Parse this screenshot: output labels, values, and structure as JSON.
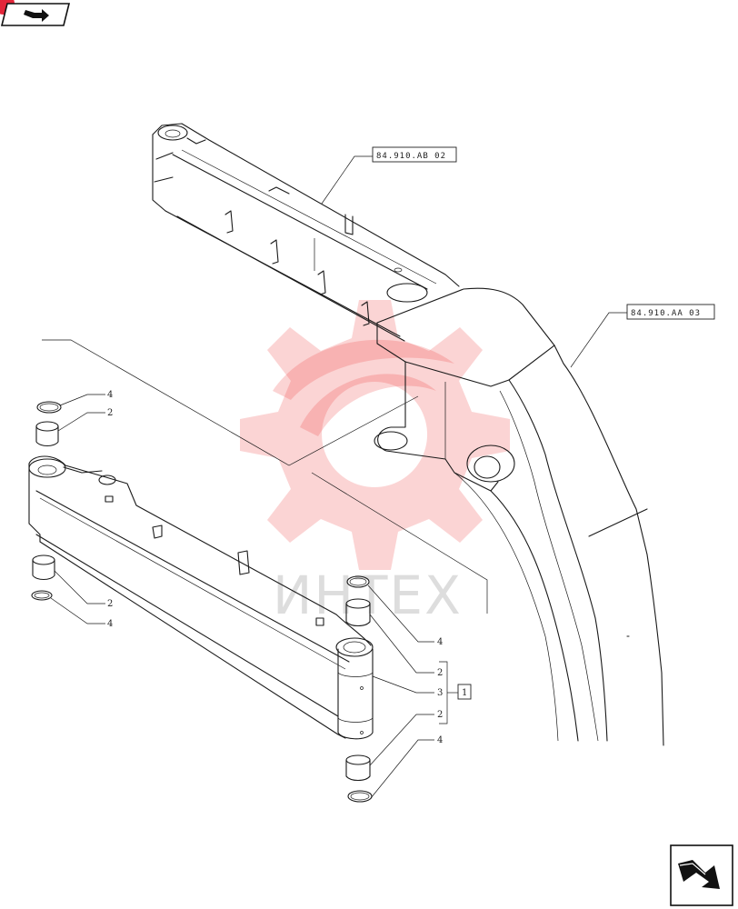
{
  "watermark": {
    "brand_text": "ИНТЕХ",
    "color": "#ef3b3b"
  },
  "references": {
    "upper": "84.910.AB 02",
    "right": "84.910.AA 03"
  },
  "item_labels": {
    "top_4": "4",
    "top_2": "2",
    "left_2": "2",
    "left_4": "4",
    "right_4": "4",
    "right_2a": "2",
    "right_3": "3",
    "right_2b": "2",
    "bottom_4": "4",
    "kit": "1"
  },
  "icons": {
    "top_left": "back-arrow-icon",
    "bottom_right": "next-arrow-icon"
  },
  "colors": {
    "line": "#1a1a1a",
    "accent": "#e3263a"
  }
}
